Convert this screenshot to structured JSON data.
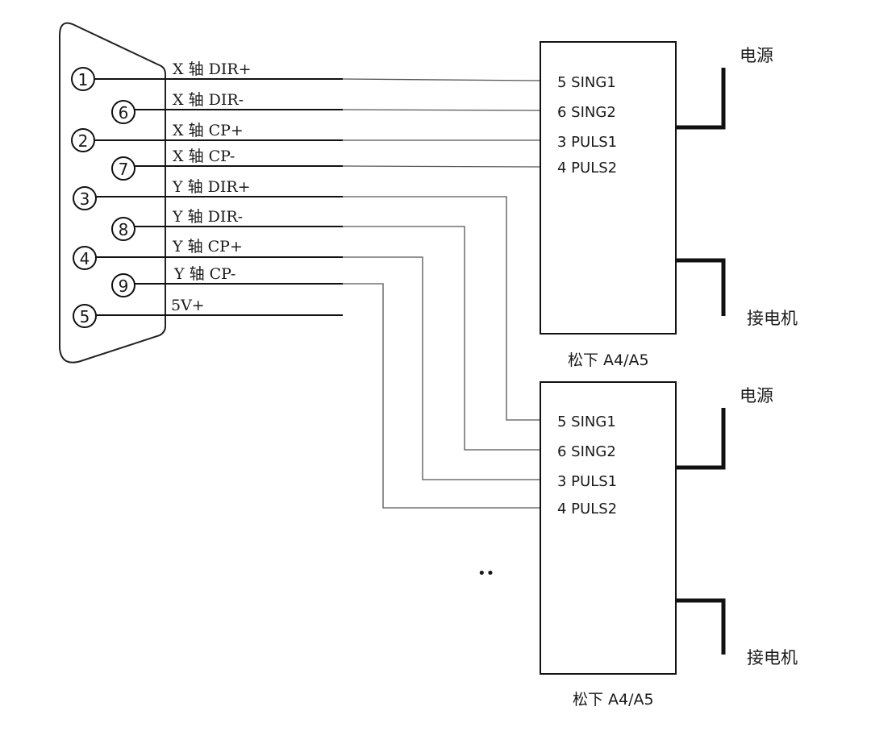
{
  "connector": {
    "pins": [
      {
        "pin": "1",
        "label": "X 轴 DIR+"
      },
      {
        "pin": "6",
        "label": "X 轴 DIR-"
      },
      {
        "pin": "2",
        "label": "X 轴 CP+"
      },
      {
        "pin": "7",
        "label": "X 轴 CP-"
      },
      {
        "pin": "3",
        "label": "Y 轴 DIR+"
      },
      {
        "pin": "8",
        "label": "Y 轴 DIR-"
      },
      {
        "pin": "4",
        "label": "Y 轴 CP+"
      },
      {
        "pin": "9",
        "label": "Y 轴 CP-"
      },
      {
        "pin": "5",
        "label": "5V+"
      }
    ]
  },
  "drivers": [
    {
      "model_label": "松下 A4/A5",
      "terminals": [
        "5 SING1",
        "6 SING2",
        "3 PULS1",
        "4 PULS2"
      ],
      "power_label": "电源",
      "motor_label": "接电机"
    },
    {
      "model_label": "松下 A4/A5",
      "terminals": [
        "5 SING1",
        "6 SING2",
        "3 PULS1",
        "4 PULS2"
      ],
      "power_label": "电源",
      "motor_label": "接电机"
    }
  ],
  "ellipsis": "••"
}
